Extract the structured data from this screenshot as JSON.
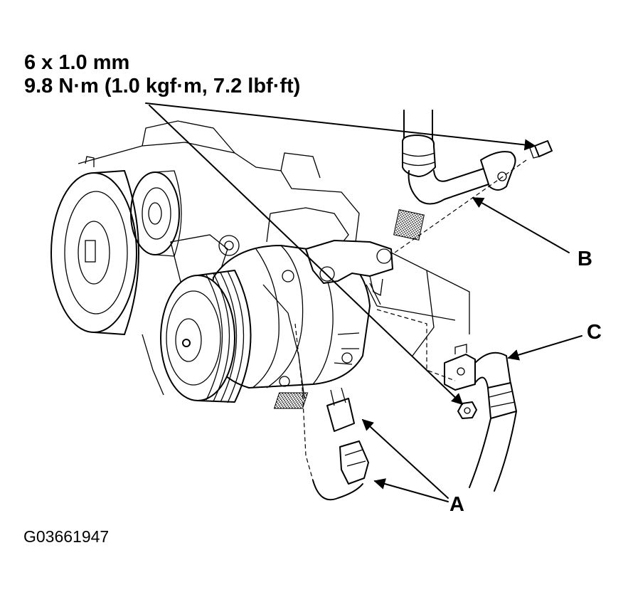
{
  "specs": {
    "bolt_size": "6 x 1.0 mm",
    "torque": "9.8 N·m (1.0 kgf·m, 7.2 lbf·ft)"
  },
  "callouts": {
    "a": "A",
    "b": "B",
    "c": "C"
  },
  "figure_id": "G03661947",
  "colors": {
    "ink": "#000000",
    "paper": "#ffffff"
  }
}
